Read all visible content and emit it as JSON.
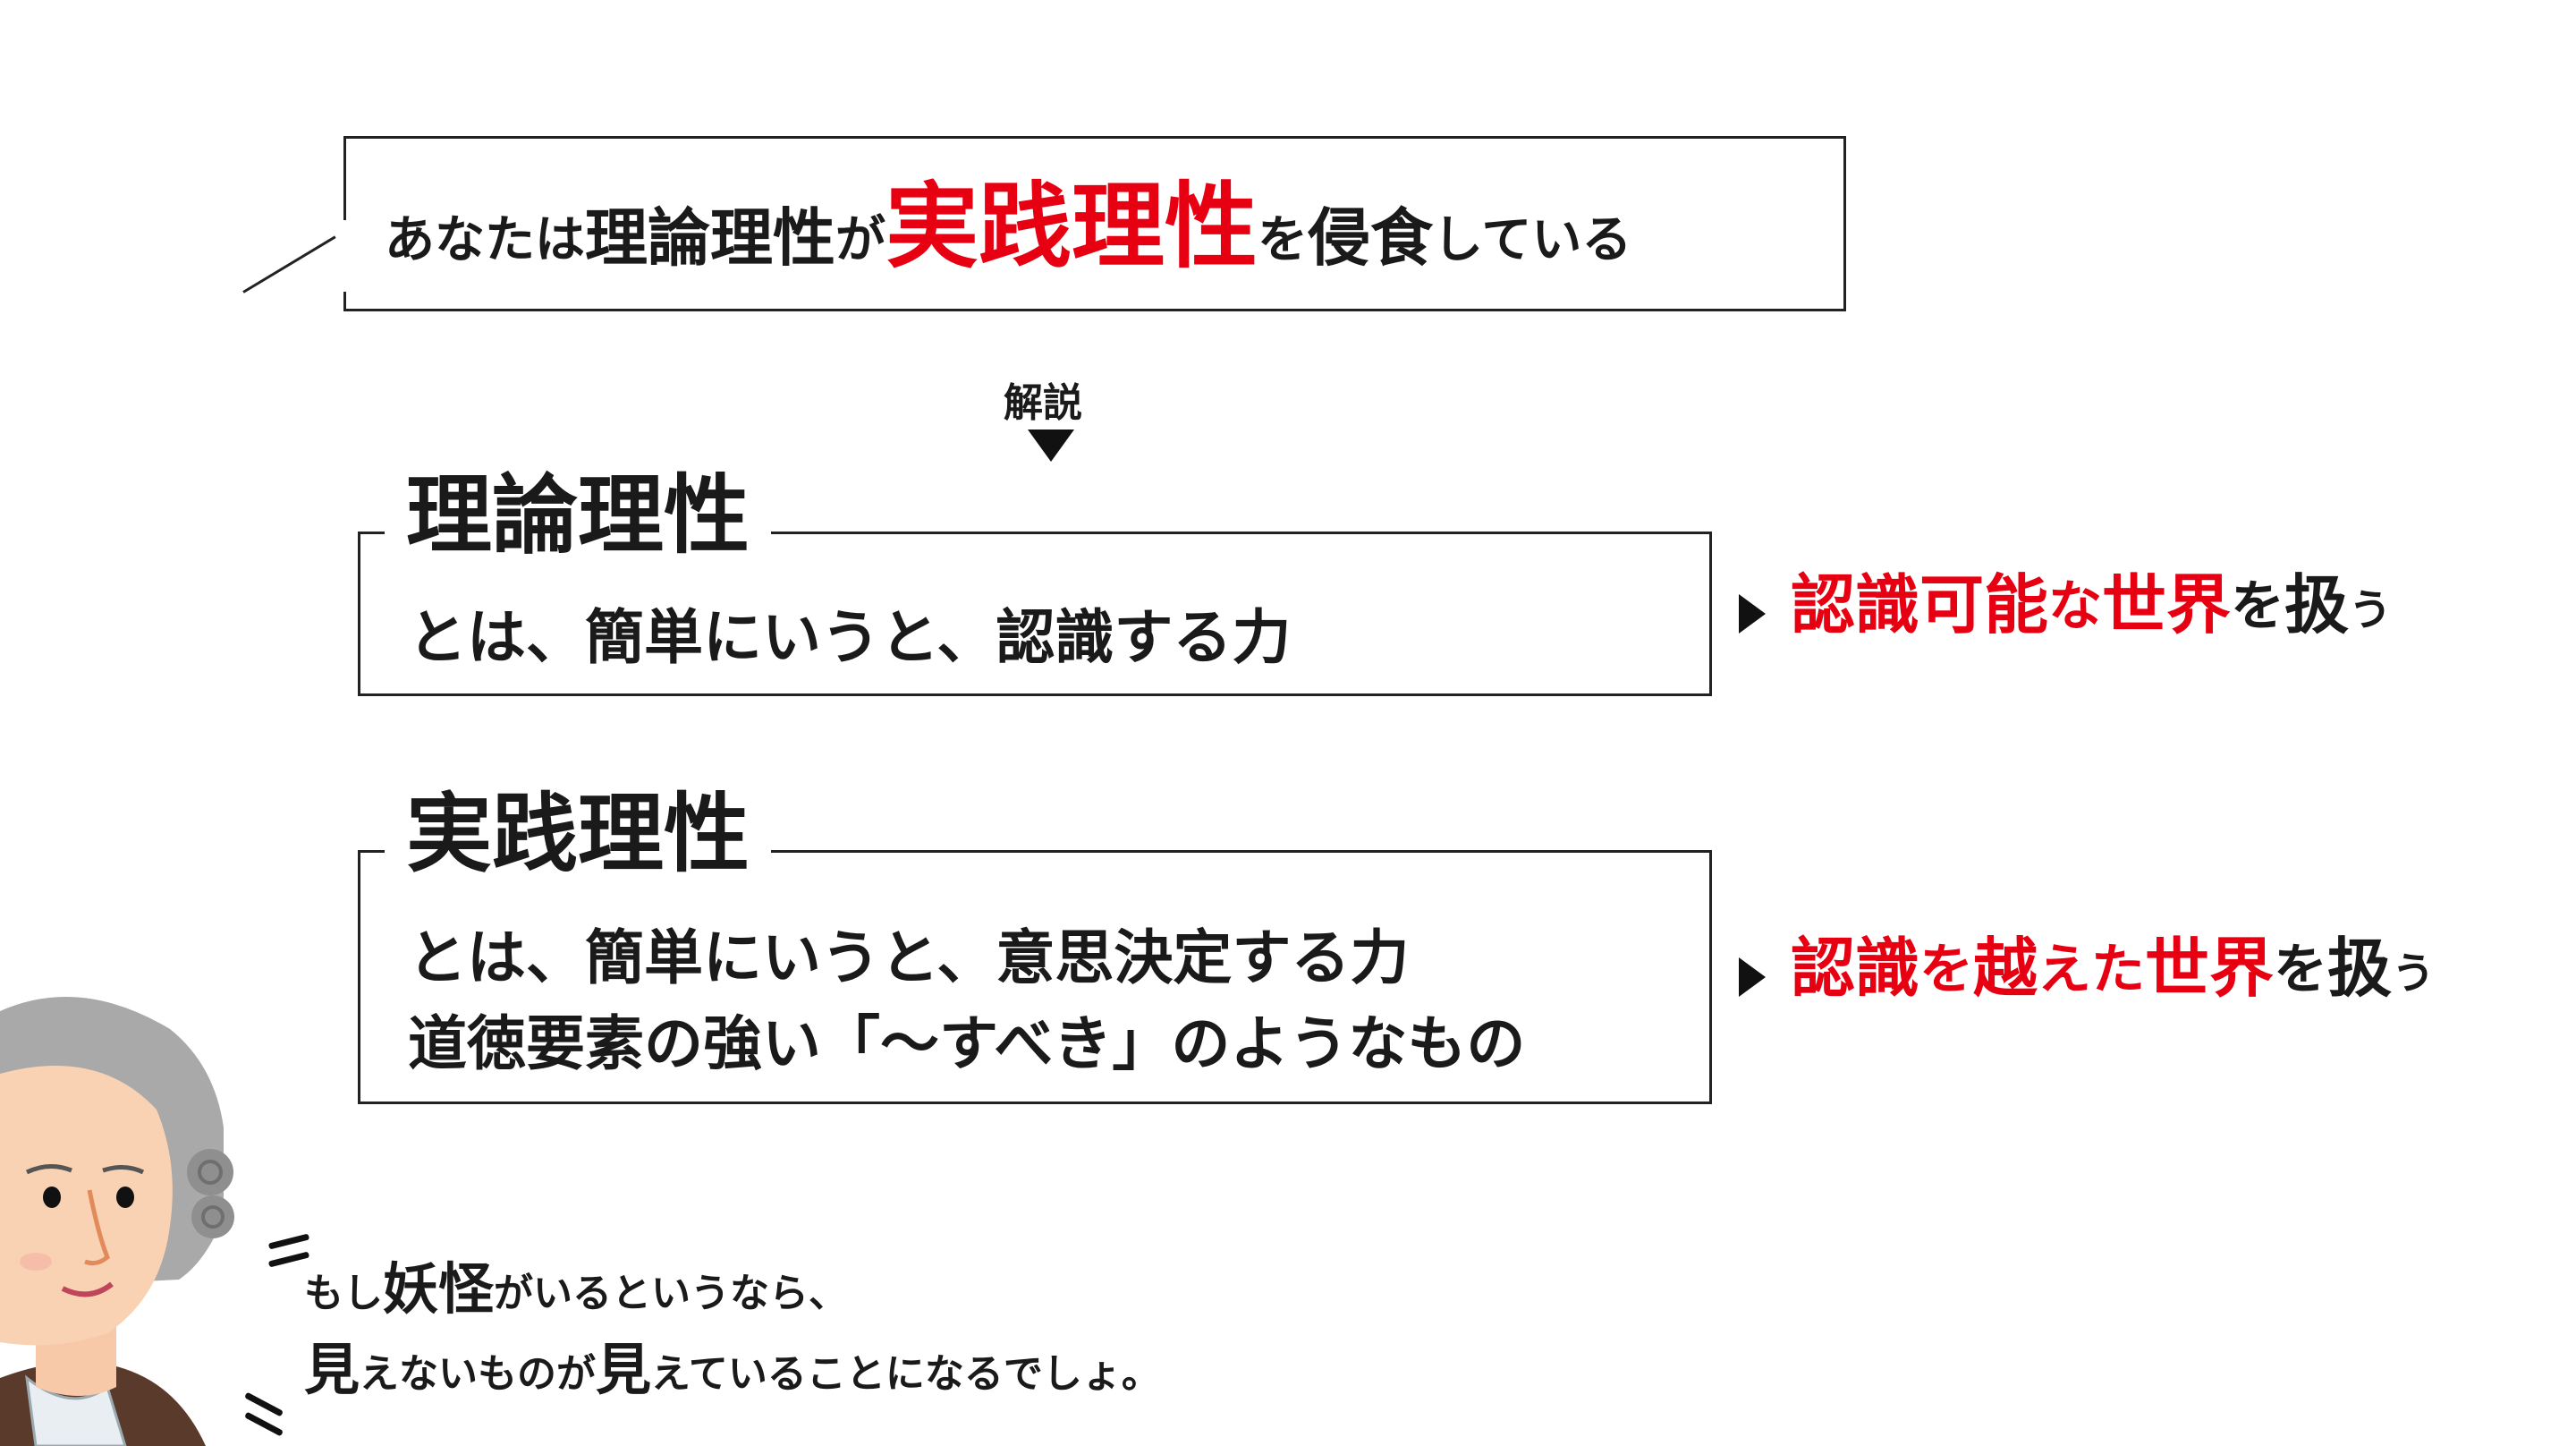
{
  "bubble": {
    "seg1": "あなたは",
    "seg2": "理論理性",
    "seg3": "が",
    "seg4": "実践理性",
    "seg5": "を",
    "seg6": "侵食",
    "seg7": "している"
  },
  "explanation": {
    "label": "解説"
  },
  "theoretical": {
    "title": "理論理性",
    "line1": "とは、簡単にいうと、認識する力",
    "result": {
      "seg1": "認識可能",
      "seg2": "な",
      "seg3": "世界",
      "seg4": "を",
      "seg5": "扱",
      "seg6": "う"
    }
  },
  "practical": {
    "title": "実践理性",
    "line1": "とは、簡単にいうと、意思決定する力",
    "line2": "道徳要素の強い「〜すべき」のようなもの",
    "result": {
      "seg1": "認識",
      "seg2": "を",
      "seg3": "越",
      "seg4": "えた",
      "seg5": "世界",
      "seg6": "を",
      "seg7": "扱",
      "seg8": "う"
    }
  },
  "quote": {
    "l1_seg1": "もし",
    "l1_seg2": "妖怪",
    "l1_seg3": "がいるというなら、",
    "l2_seg1": "見",
    "l2_seg2": "えないものが",
    "l2_seg3": "見",
    "l2_seg4": "えていることになるでしょ。"
  },
  "colors": {
    "accent_red": "#e60012",
    "text": "#1a1a1a",
    "border": "#222222"
  },
  "icons": {
    "explanation_arrow": "down-triangle",
    "result_marker": "right-triangle",
    "character": "philosopher-portrait"
  }
}
